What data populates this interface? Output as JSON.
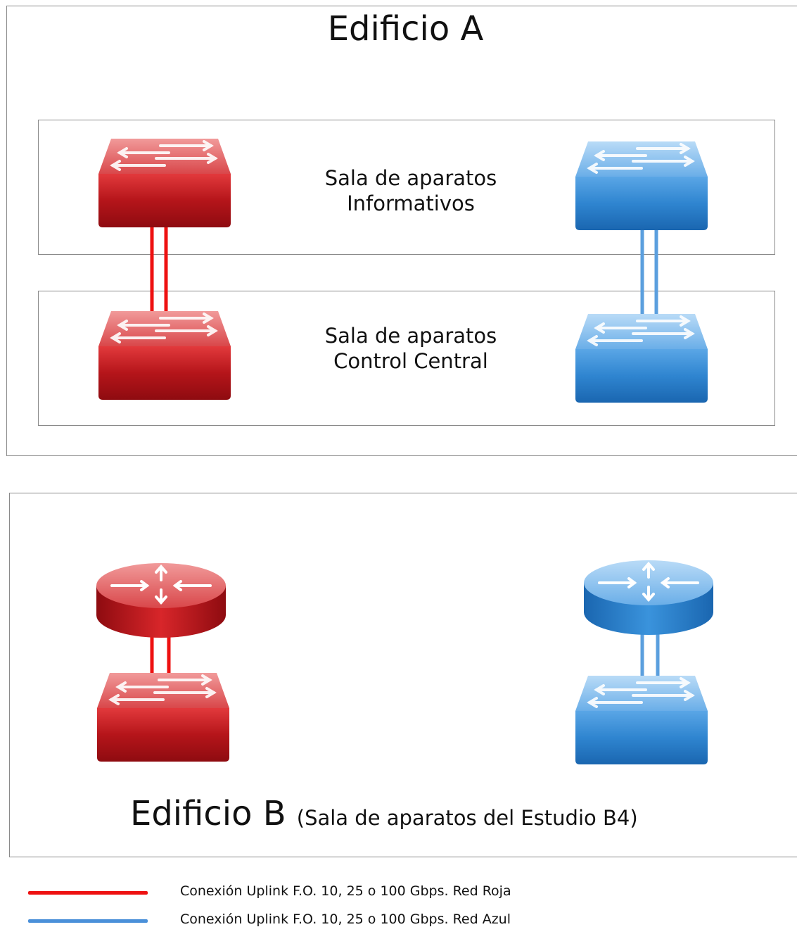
{
  "building_a": {
    "title": "Edificio A",
    "rooms": [
      {
        "label_line1": "Sala de aparatos",
        "label_line2": "Informativos"
      },
      {
        "label_line1": "Sala de aparatos",
        "label_line2": "Control Central"
      }
    ]
  },
  "building_b": {
    "title": "Edificio B",
    "subtitle": "(Sala de aparatos del Estudio B4)"
  },
  "legend": [
    {
      "text": "Conexión Uplink F.O. 10, 25 o 100 Gbps. Red Roja",
      "color": "#ee1111"
    },
    {
      "text": "Conexión Uplink F.O. 10, 25  o 100 Gbps. Red Azul",
      "color": "#4a90d9"
    }
  ],
  "colors": {
    "red_network": "#c8161b",
    "blue_network": "#2e82cc",
    "border": "#8a8a8a"
  }
}
